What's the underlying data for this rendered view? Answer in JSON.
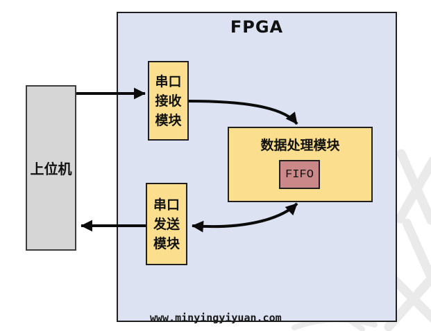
{
  "diagram": {
    "title": "FPGA",
    "nodes": {
      "host_label": "上位机",
      "rx_label": "串口\n接收\n模块",
      "process_label": "数据处理模块",
      "fifo_label": "FIFO",
      "tx_label": "串口\n发送\n模块"
    },
    "connections": [
      {
        "from": "上位机",
        "to": "串口接收模块",
        "bidirectional": false
      },
      {
        "from": "串口接收模块",
        "to": "数据处理模块",
        "bidirectional": false
      },
      {
        "from": "数据处理模块",
        "to": "串口发送模块",
        "bidirectional": true
      },
      {
        "from": "串口发送模块",
        "to": "上位机",
        "bidirectional": false
      }
    ],
    "watermark_text": "www.minyingyiyuan.com",
    "colors": {
      "fpga_fill": "#dce2f1",
      "host_fill": "#d6d6d6",
      "module_fill": "#fbdf8e",
      "fifo_fill": "#ca8889",
      "border": "#1f1f1f",
      "arrow": "#0b0b0b",
      "text": "#111111",
      "pattern": "#eaeaea"
    }
  }
}
